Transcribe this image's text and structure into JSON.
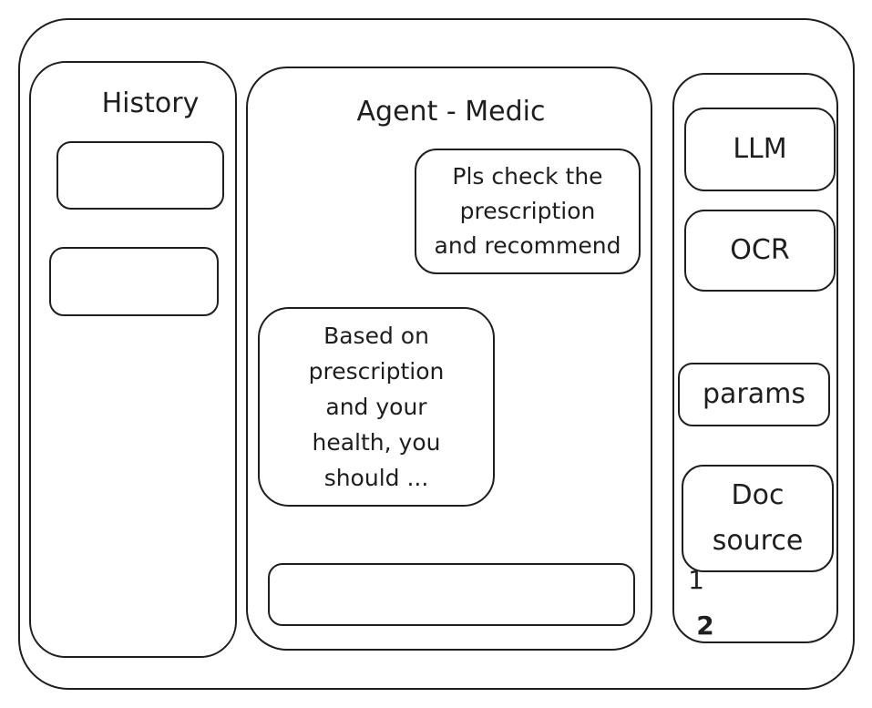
{
  "history": {
    "title": "History",
    "items": [
      "",
      ""
    ]
  },
  "chat": {
    "title": "Agent - Medic",
    "user_message": [
      "Pls check the",
      "prescription",
      "and recommend"
    ],
    "agent_message": [
      "Based on",
      "prescription",
      "and your",
      "health, you",
      "should ..."
    ],
    "input_value": ""
  },
  "settings": {
    "llm_label": "LLM",
    "ocr_label": "OCR",
    "params_label": "params",
    "doc_source_label": [
      "Doc",
      "source"
    ],
    "doc_list": [
      "1",
      "2"
    ]
  }
}
